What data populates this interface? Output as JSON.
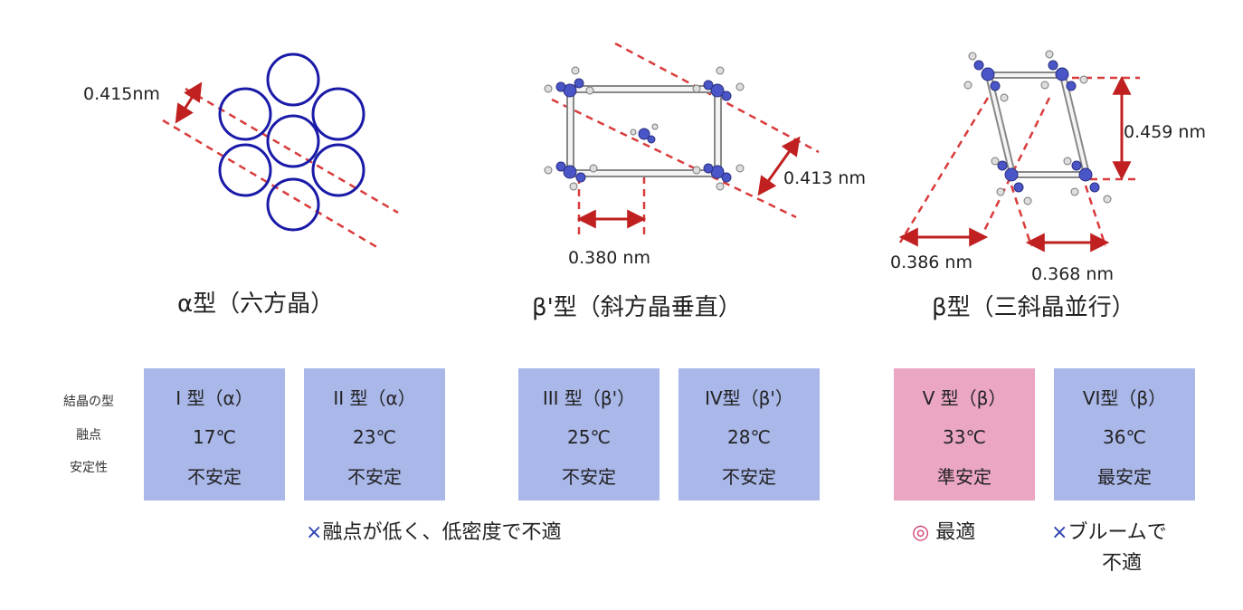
{
  "captions": {
    "alpha": "α型（六方晶）",
    "beta_prime": "β'型（斜方晶垂直）",
    "beta": "β型（三斜晶並行）"
  },
  "dimensions": {
    "alpha_spacing": "0.415nm",
    "beta_prime_spacing": "0.413 nm",
    "beta_prime_width": "0.380 nm",
    "beta_height": "0.459 nm",
    "beta_left": "0.386 nm",
    "beta_right": "0.368 nm"
  },
  "row_labels": {
    "type": "結晶の型",
    "melting_point": "融点",
    "stability": "安定性"
  },
  "cards": [
    {
      "name": "I 型（α）",
      "temp": "17℃",
      "stability": "不安定",
      "color": "#a9b7e9"
    },
    {
      "name": "II 型（α）",
      "temp": "23℃",
      "stability": "不安定",
      "color": "#a9b7e9"
    },
    {
      "name": "III 型（β'）",
      "temp": "25℃",
      "stability": "不安定",
      "color": "#a9b7e9"
    },
    {
      "name": "IV型（β'）",
      "temp": "28℃",
      "stability": "不安定",
      "color": "#a9b7e9"
    },
    {
      "name": "V 型（β）",
      "temp": "33℃",
      "stability": "準安定",
      "color": "#eba6c4"
    },
    {
      "name": "VI型（β）",
      "temp": "36℃",
      "stability": "最安定",
      "color": "#a9b7e9"
    }
  ],
  "notes": {
    "unsuitable_mark": "×",
    "unsuitable_text": "融点が低く、低密度で不適",
    "best_mark": "◎",
    "best_text": "最適",
    "bloom_mark": "×",
    "bloom_line1": "ブルームで",
    "bloom_line2": "不適"
  },
  "colors": {
    "circle": "#1a1aa8",
    "dashed_line": "#d93b3b",
    "arrow": "#c02020",
    "atom": "#4a56c8"
  }
}
